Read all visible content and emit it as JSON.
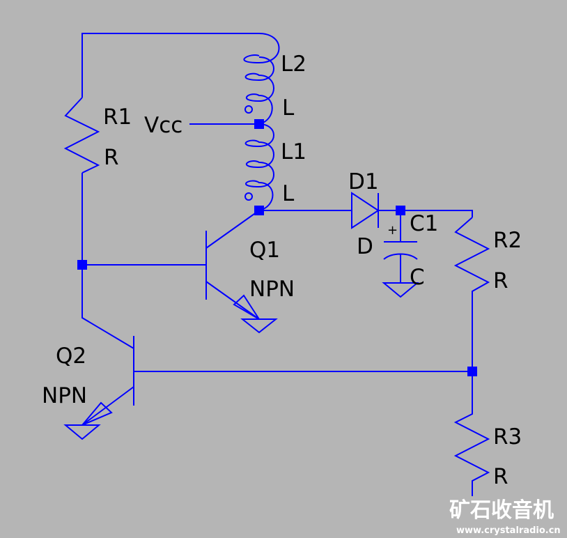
{
  "colors": {
    "background": "#b5b5b5",
    "wire": "#0000ff",
    "text": "#000000"
  },
  "labels": {
    "L2": "L2",
    "L2_value": "L",
    "L1": "L1",
    "L1_value": "L",
    "Vcc": "Vcc",
    "R1": "R1",
    "R1_value": "R",
    "R2": "R2",
    "R2_value": "R",
    "R3": "R3",
    "R3_value": "R",
    "D1": "D1",
    "D1_value": "D",
    "C1": "C1",
    "C1_value": "C",
    "Q1": "Q1",
    "Q1_value": "NPN",
    "Q2": "Q2",
    "Q2_value": "NPN",
    "cap_polarity": "+"
  },
  "watermark": {
    "title": "矿石收音机",
    "url": "www.crystalradio.cn"
  }
}
